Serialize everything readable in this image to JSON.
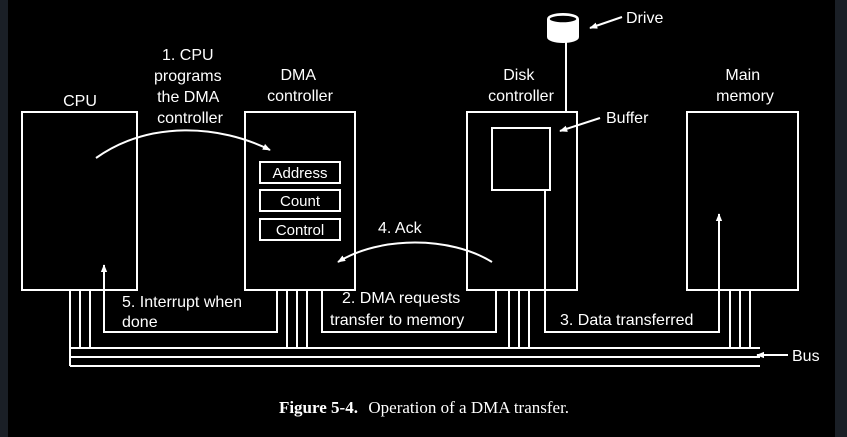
{
  "components": {
    "cpu": {
      "label": "CPU"
    },
    "dma_controller": {
      "label_line1": "DMA",
      "label_line2": "controller",
      "registers": [
        "Address",
        "Count",
        "Control"
      ]
    },
    "disk_controller": {
      "label_line1": "Disk",
      "label_line2": "controller"
    },
    "main_memory": {
      "label_line1": "Main",
      "label_line2": "memory"
    },
    "buffer": {
      "label": "Buffer"
    },
    "drive": {
      "label": "Drive"
    },
    "bus": {
      "label": "Bus"
    }
  },
  "steps": {
    "step1": [
      "1. CPU",
      "programs",
      "the DMA",
      "controller"
    ],
    "step2": [
      "2. DMA requests",
      "transfer to memory"
    ],
    "step3": [
      "3. Data transferred"
    ],
    "step4": [
      "4. Ack"
    ],
    "step5": [
      "5. Interrupt when",
      "done"
    ]
  },
  "caption": {
    "bold": "Figure 5-4.",
    "text": "Operation of a DMA transfer."
  },
  "colors": {
    "background": "#000000",
    "frame": "#1a1f26",
    "line": "#ffffff"
  }
}
